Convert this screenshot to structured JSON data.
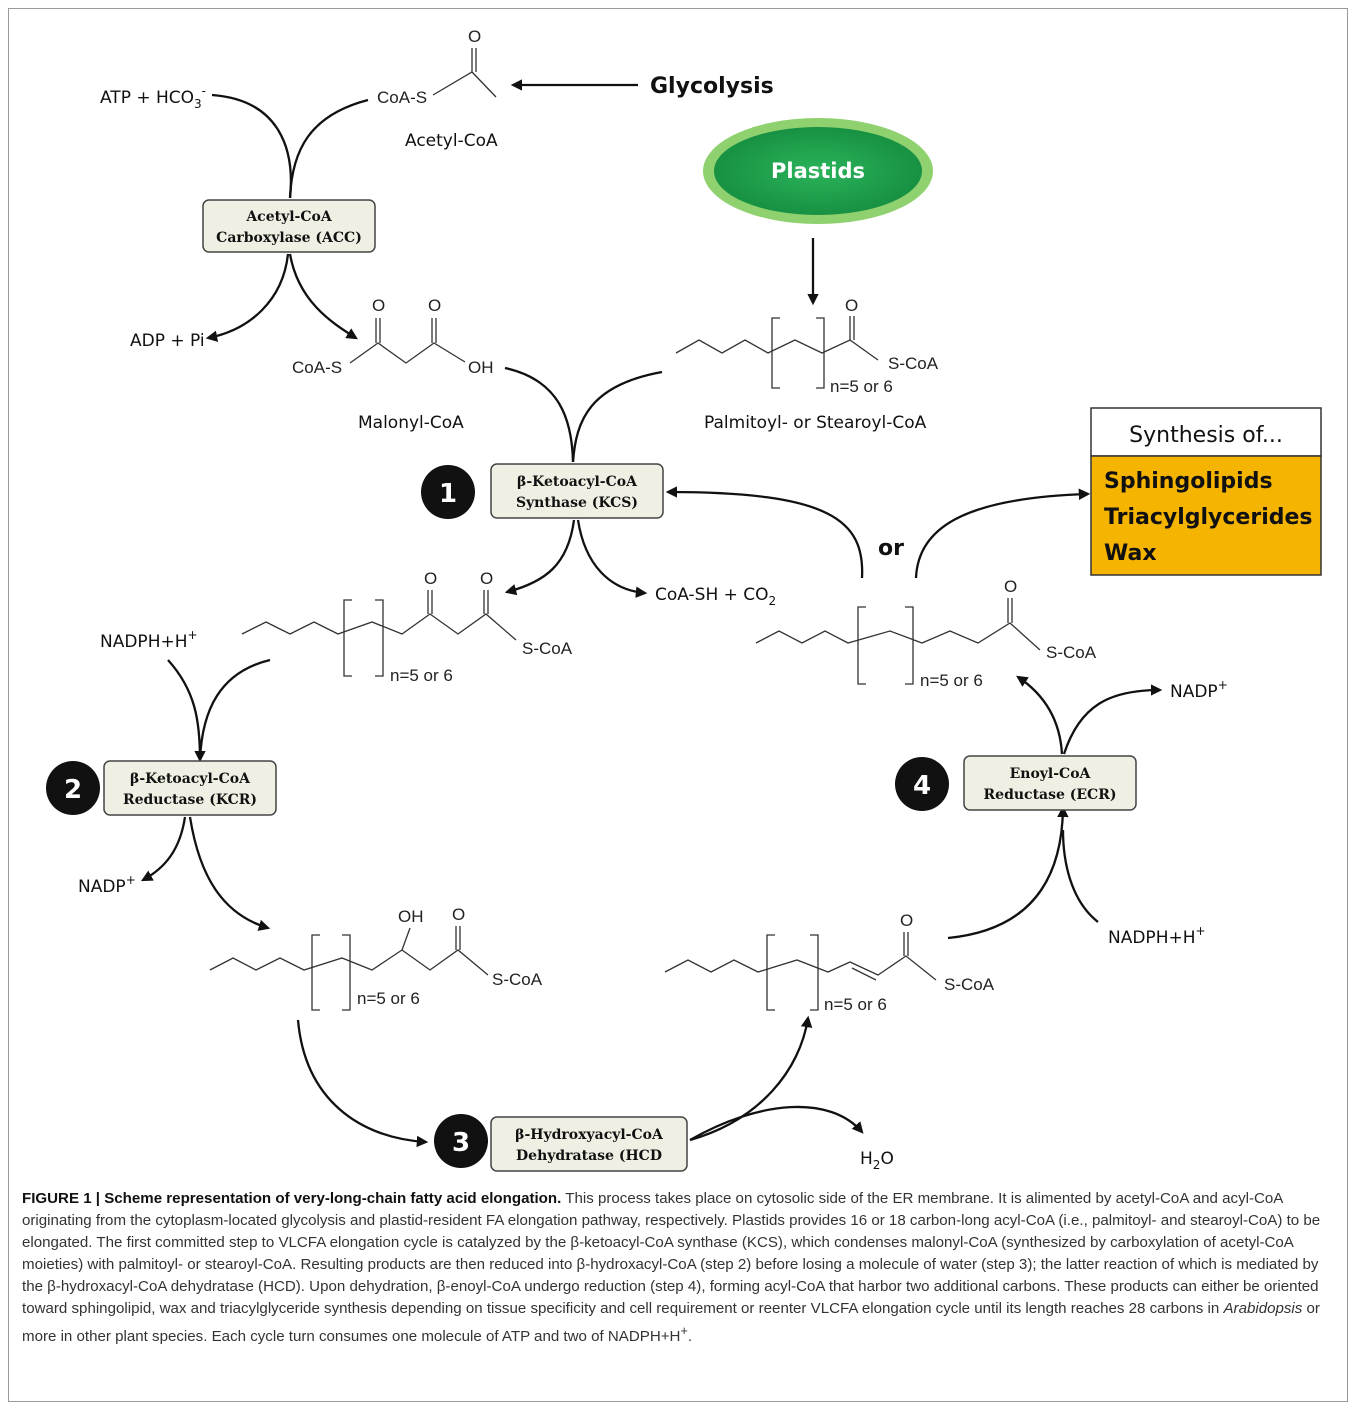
{
  "diagram": {
    "glycolysis": "Glycolysis",
    "plastids": "Plastids",
    "atp_hco3": "ATP + HCO",
    "sub_3": "3",
    "sup_minus": "-",
    "acetyl_coa_group": "CoA-S",
    "acetyl_coa_name": "Acetyl-CoA",
    "acc_line1": "Acetyl-CoA",
    "acc_line2": "Carboxylase (ACC)",
    "adp_pi": "ADP + Pi",
    "malonyl_coas": "CoA-S",
    "malonyl_oh": "OH",
    "malonyl_name": "Malonyl-CoA",
    "palmitoyl_name": "Palmitoyl- or Stearoyl-CoA",
    "scoa": "S-CoA",
    "oxygen": "O",
    "hydroxyl": "OH",
    "repeat_n": "n=5 or 6",
    "synthesis_header": "Synthesis of...",
    "synthesis_items": [
      "Sphingolipids",
      "Triacylglycerides",
      "Wax"
    ],
    "or_label": "or",
    "kcs_line1": "β-Ketoacyl-CoA",
    "kcs_line2": "Synthase (KCS)",
    "kcr_line1": "β-Ketoacyl-CoA",
    "kcr_line2": "Reductase (KCR)",
    "hcd_line1": "β-Hydroxyacyl-CoA",
    "hcd_line2": "Dehydratase (HCD",
    "ecr_line1": "Enoyl-CoA",
    "ecr_line2": "Reductase (ECR)",
    "steps": [
      "1",
      "2",
      "3",
      "4"
    ],
    "coash_co2": "CoA-SH  + CO",
    "sub_2": "2",
    "nadph": "NADPH+H",
    "nadp": "NADP",
    "sup_plus": "+",
    "water_h": "H",
    "water_o": "O",
    "colors": {
      "plastid_fill": "#1a9a47",
      "plastid_ring": "#8fd16f",
      "synthesis_fill": "#f5b400",
      "step_circle": "#111111",
      "box_fill": "#f0efe4"
    }
  },
  "caption": {
    "label": "FIGURE 1 | Scheme representation of very-long-chain fatty acid elongation.",
    "text_1": " This process takes place on cytosolic side of the ER membrane. It is alimented by acetyl-CoA and acyl-CoA originating from the cytoplasm-located glycolysis and plastid-resident FA elongation pathway, respectively. Plastids provides 16 or 18 carbon-long acyl-CoA (i.e., palmitoyl- and stearoyl-CoA) to be elongated. The first committed step to VLCFA elongation cycle is catalyzed by the β-ketoacyl-CoA synthase (KCS), which condenses malonyl-CoA (synthesized by carboxylation of acetyl-CoA moieties) with palmitoyl- or stearoyl-CoA. Resulting products are then reduced into β-hydroxacyl-CoA (step 2) before losing a molecule of water (step 3); the latter reaction of which is mediated by the β-hydroxacyl-CoA dehydratase (HCD). Upon dehydration, β-enoyl-CoA undergo reduction (step 4), forming acyl-CoA that harbor two additional carbons. These products can either be oriented toward sphingolipid, wax and triacylglyceride synthesis depending on tissue specificity and cell requirement or reenter VLCFA elongation cycle until its length reaches 28 carbons in ",
    "italic": "Arabidopsis",
    "text_2": " or more in other plant species. Each cycle turn consumes one molecule of ATP and two of NADPH+H",
    "sup": "+",
    "end": "."
  }
}
